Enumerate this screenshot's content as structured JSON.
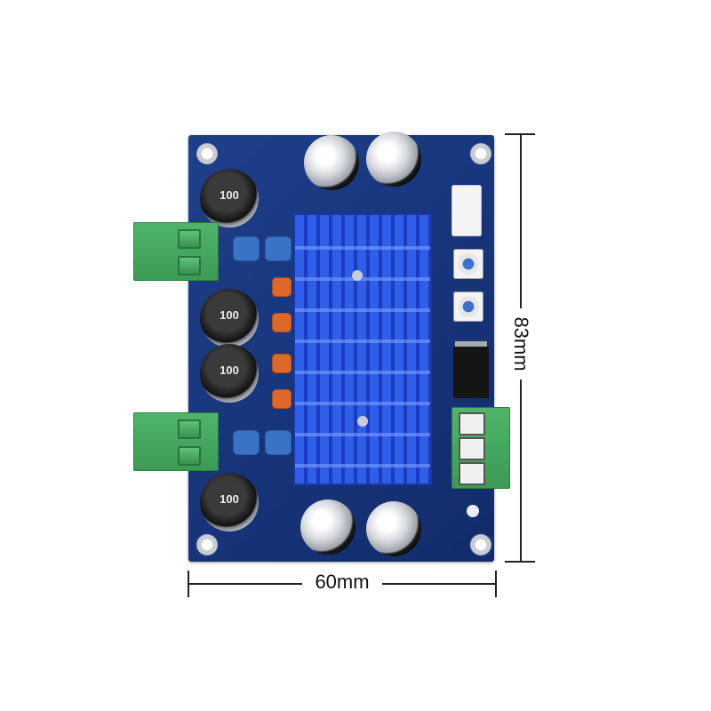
{
  "dimensions": {
    "width_label": "60mm",
    "height_label": "83mm"
  },
  "board": {
    "inductor_value": "100",
    "colors": {
      "pcb": "#1e3f8a",
      "heatsink": "#2f5ee8",
      "terminal": "#4fb56a",
      "film_capacitor": "#3a72c6",
      "ceramic_capacitor": "#e0672a"
    }
  }
}
